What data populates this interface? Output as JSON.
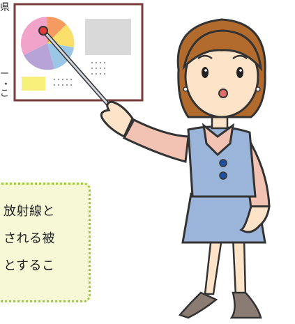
{
  "edge_text": {
    "top": "県",
    "fragments": [
      "ー",
      "・",
      "こ"
    ]
  },
  "note": {
    "lines": [
      "放射線と",
      "される被",
      "とするこ"
    ],
    "background": "#f7f9d6",
    "border_color": "#9ccc3b"
  },
  "colors": {
    "pie": [
      "#f59a61",
      "#fae06a",
      "#9bc7e6",
      "#b8a3d6",
      "#f2a3c9"
    ],
    "board_border": "#7a3b3b",
    "vest": "#9bb4d9",
    "hair": "#b36b2d",
    "skin": "#fde3c8"
  },
  "icons": [
    "presenter-illustration",
    "pie-chart-icon",
    "pointer-stick"
  ]
}
